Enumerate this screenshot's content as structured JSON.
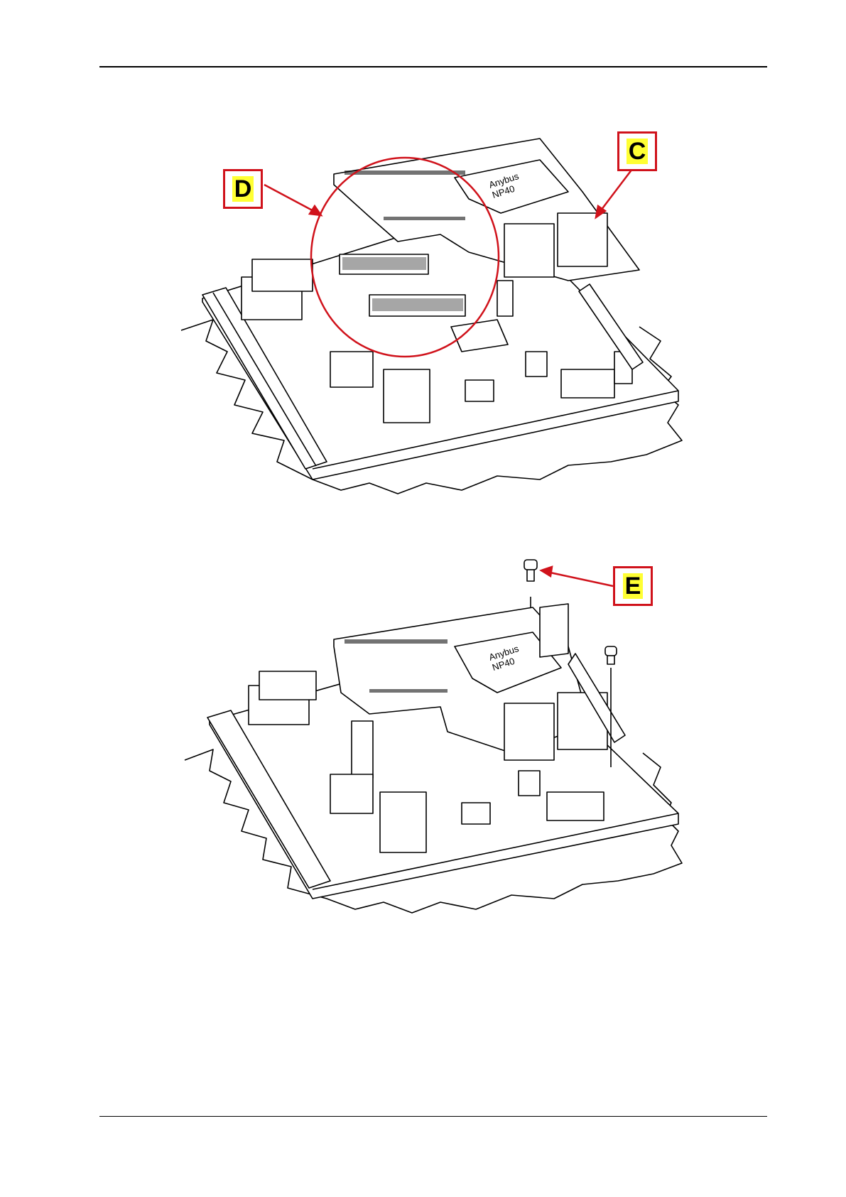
{
  "callouts": {
    "d": "D",
    "c": "C",
    "e": "E"
  },
  "chip": {
    "line1": "Anybus",
    "line2": "NP40"
  },
  "colors": {
    "callout_border": "#d0121b",
    "callout_highlight": "#ffff33",
    "arrow": "#d0121b",
    "line_art": "#000000"
  }
}
